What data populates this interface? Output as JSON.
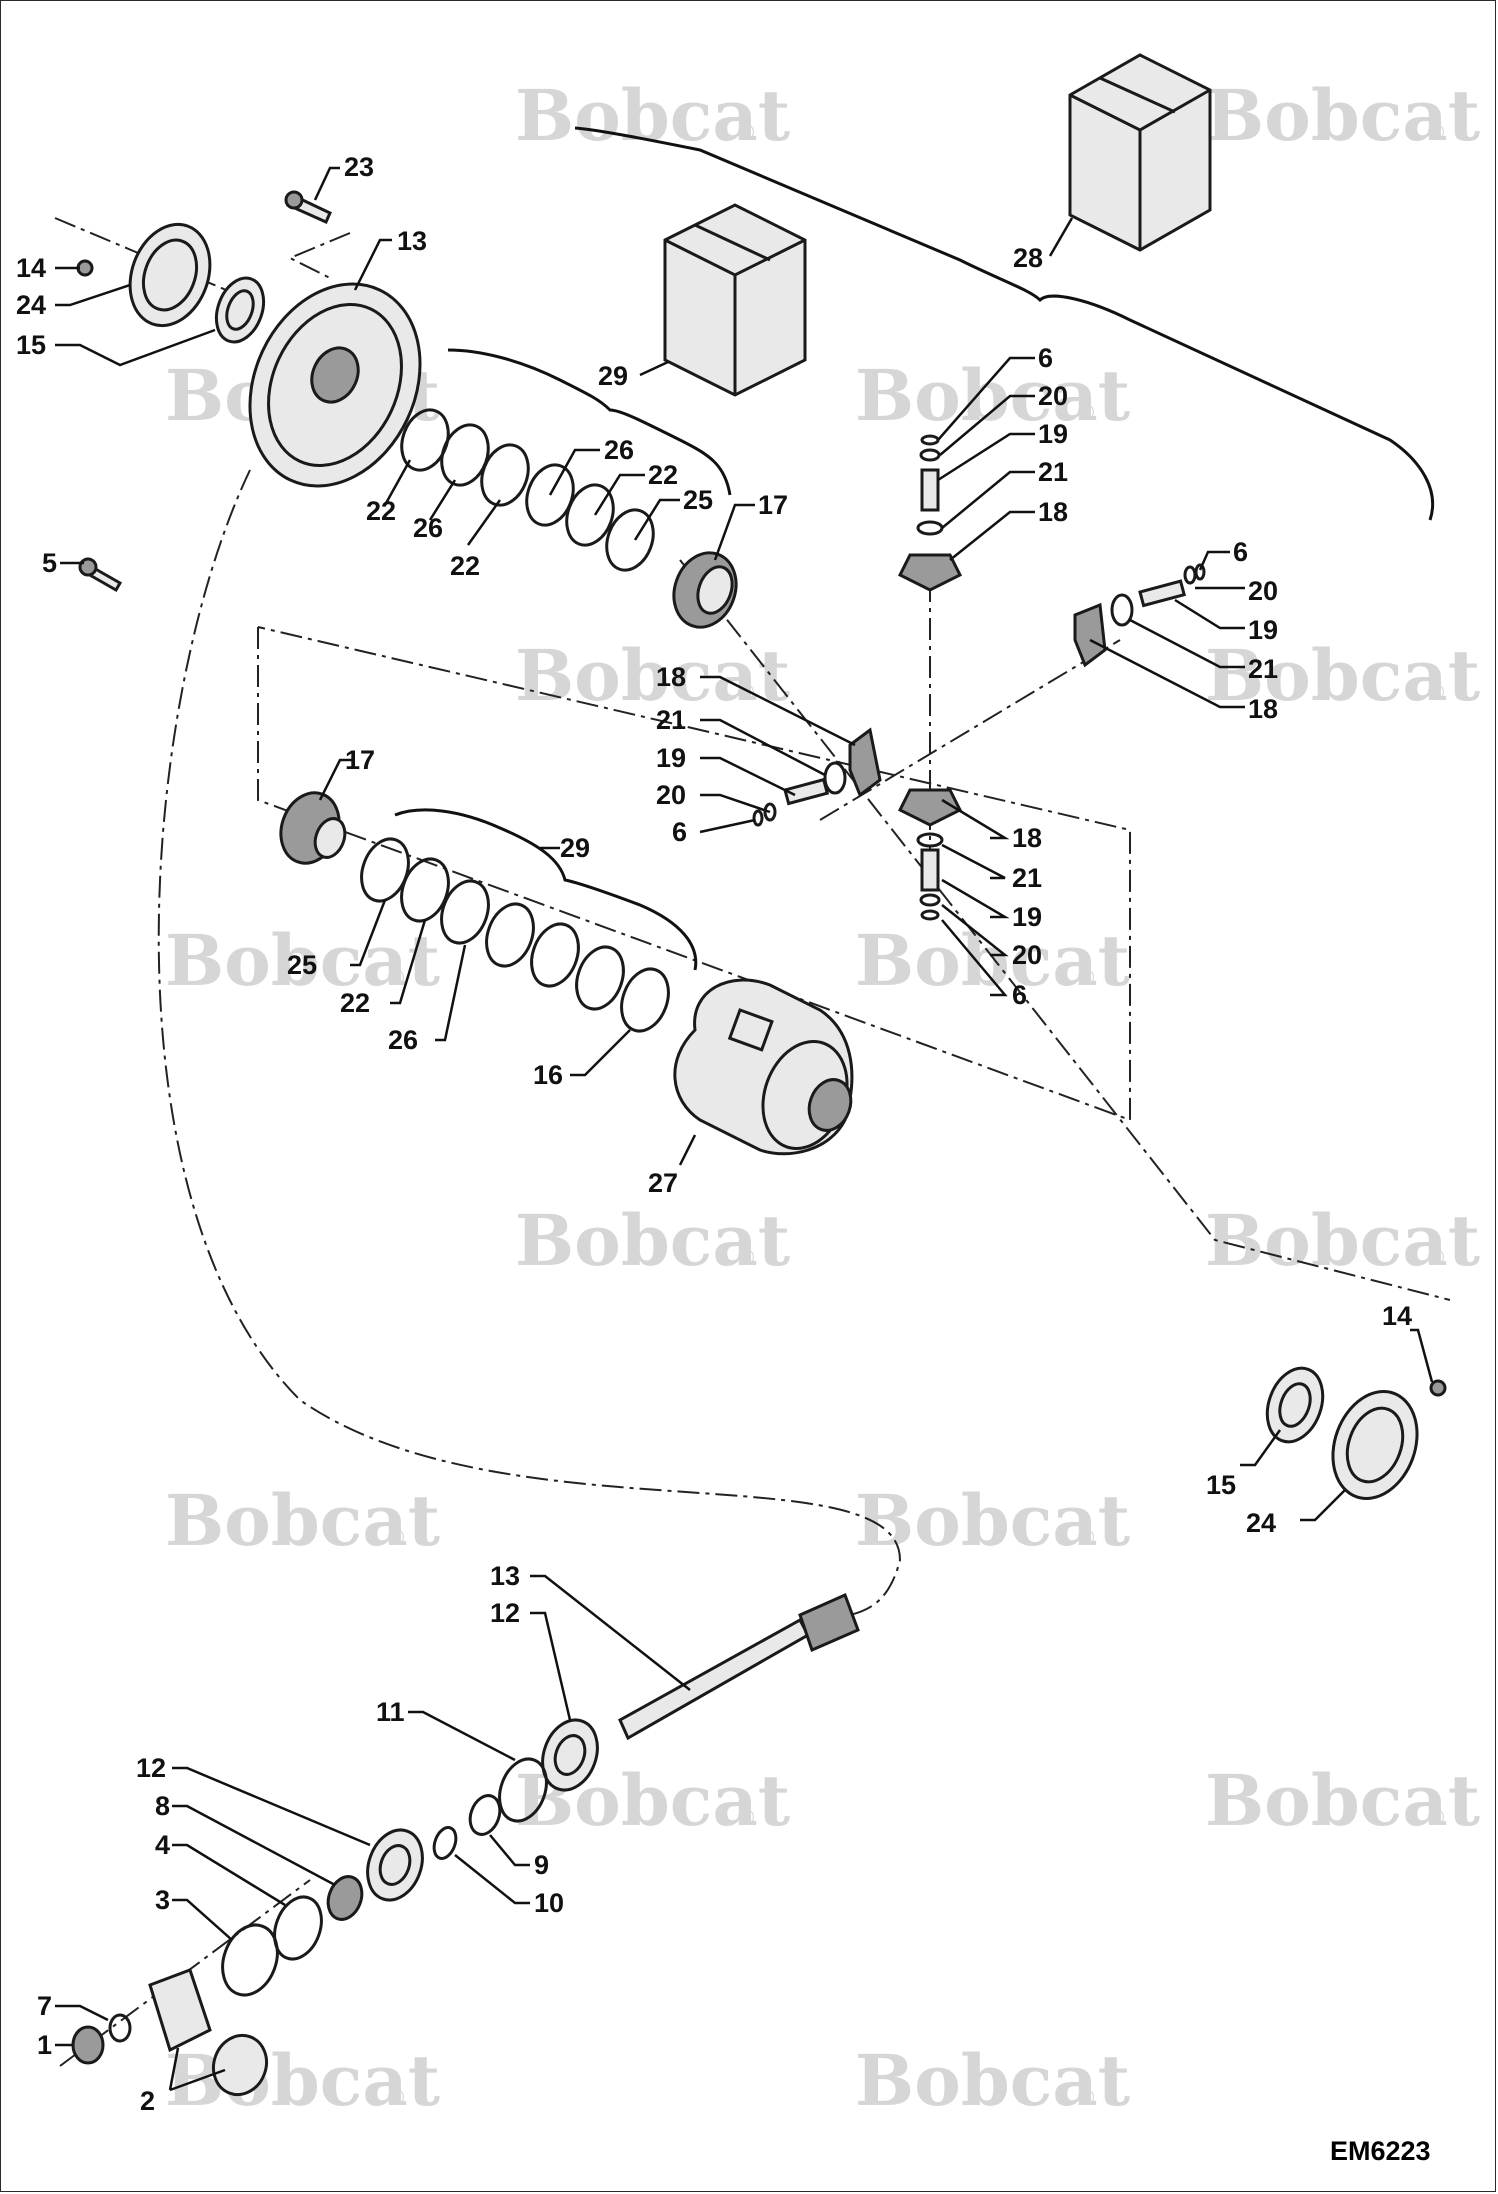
{
  "watermark": {
    "brand_text": "Bobcat",
    "registered_mark": "®"
  },
  "figure_id": "EM6223",
  "callouts": {
    "c23": "23",
    "c13a": "13",
    "c14a": "14",
    "c24a": "24",
    "c15a": "15",
    "c29a": "29",
    "c28": "28",
    "c5": "5",
    "c22a": "22",
    "c26a": "26",
    "c22b": "22",
    "c26b": "26",
    "c22c": "22",
    "c25a": "25",
    "c17a": "17",
    "c6a": "6",
    "c20a": "20",
    "c19a": "19",
    "c21a": "21",
    "c18a": "18",
    "c6b": "6",
    "c20b": "20",
    "c19b": "19",
    "c21b": "21",
    "c18b": "18",
    "c18c": "18",
    "c21c": "21",
    "c19c": "19",
    "c20c": "20",
    "c6c": "6",
    "c17b": "17",
    "c29b": "29",
    "c25b": "25",
    "c22d": "22",
    "c26c": "26",
    "c16": "16",
    "c27": "27",
    "c18d": "18",
    "c21d": "21",
    "c19d": "19",
    "c20d": "20",
    "c6d": "6",
    "c14b": "14",
    "c15b": "15",
    "c24b": "24",
    "c13b": "13",
    "c12a": "12",
    "c11": "11",
    "c12b": "12",
    "c8": "8",
    "c4": "4",
    "c3": "3",
    "c9": "9",
    "c10": "10",
    "c7": "7",
    "c1": "1",
    "c2": "2"
  }
}
